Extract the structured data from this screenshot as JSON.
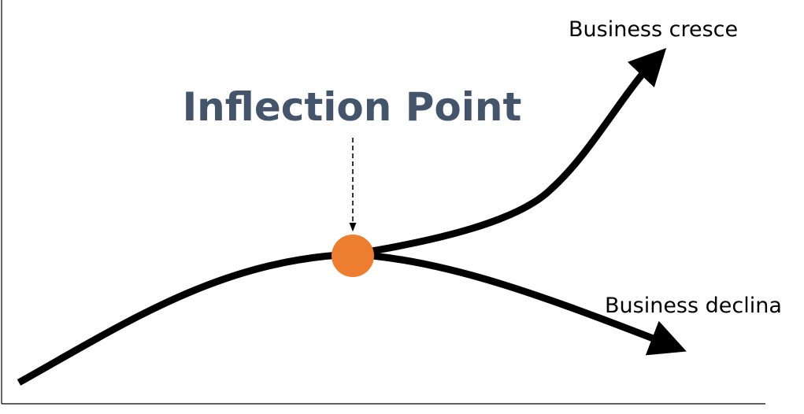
{
  "diagram": {
    "title": "Inflection Point",
    "growth_label": "Business cresce",
    "decline_label": "Business declina"
  },
  "colors": {
    "title": "#44546a",
    "point": "#ed7d31",
    "curve": "#000000",
    "axis": "#000000"
  }
}
